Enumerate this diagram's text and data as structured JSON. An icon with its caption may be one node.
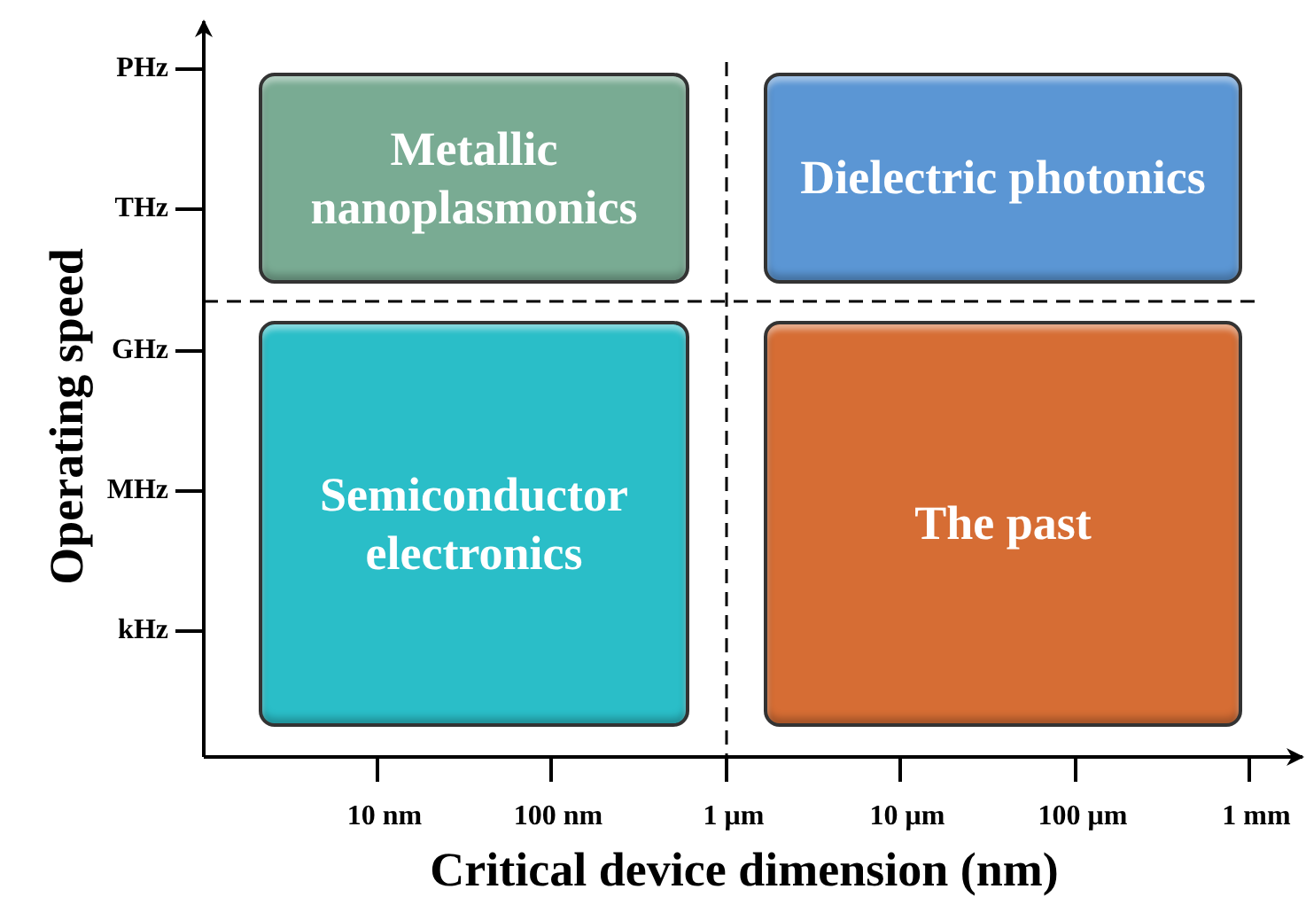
{
  "diagram": {
    "nodes": [
      {
        "text": [
          "Metallic nanoplasmonics"
        ]
      },
      {
        "text": [
          "Dielectric photonics"
        ]
      },
      {
        "text": [
          "Semiconductor electronics"
        ]
      },
      {
        "text": [
          "The past"
        ]
      }
    ],
    "labels": [
      "PHz",
      "THz",
      "GHz",
      "MHz",
      "kHz",
      "Operating speed",
      "10 nm",
      "100 nm",
      "1 μm",
      "10 μm",
      "100 μm",
      "1 mm",
      "Critical device dimension (nm)"
    ]
  }
}
